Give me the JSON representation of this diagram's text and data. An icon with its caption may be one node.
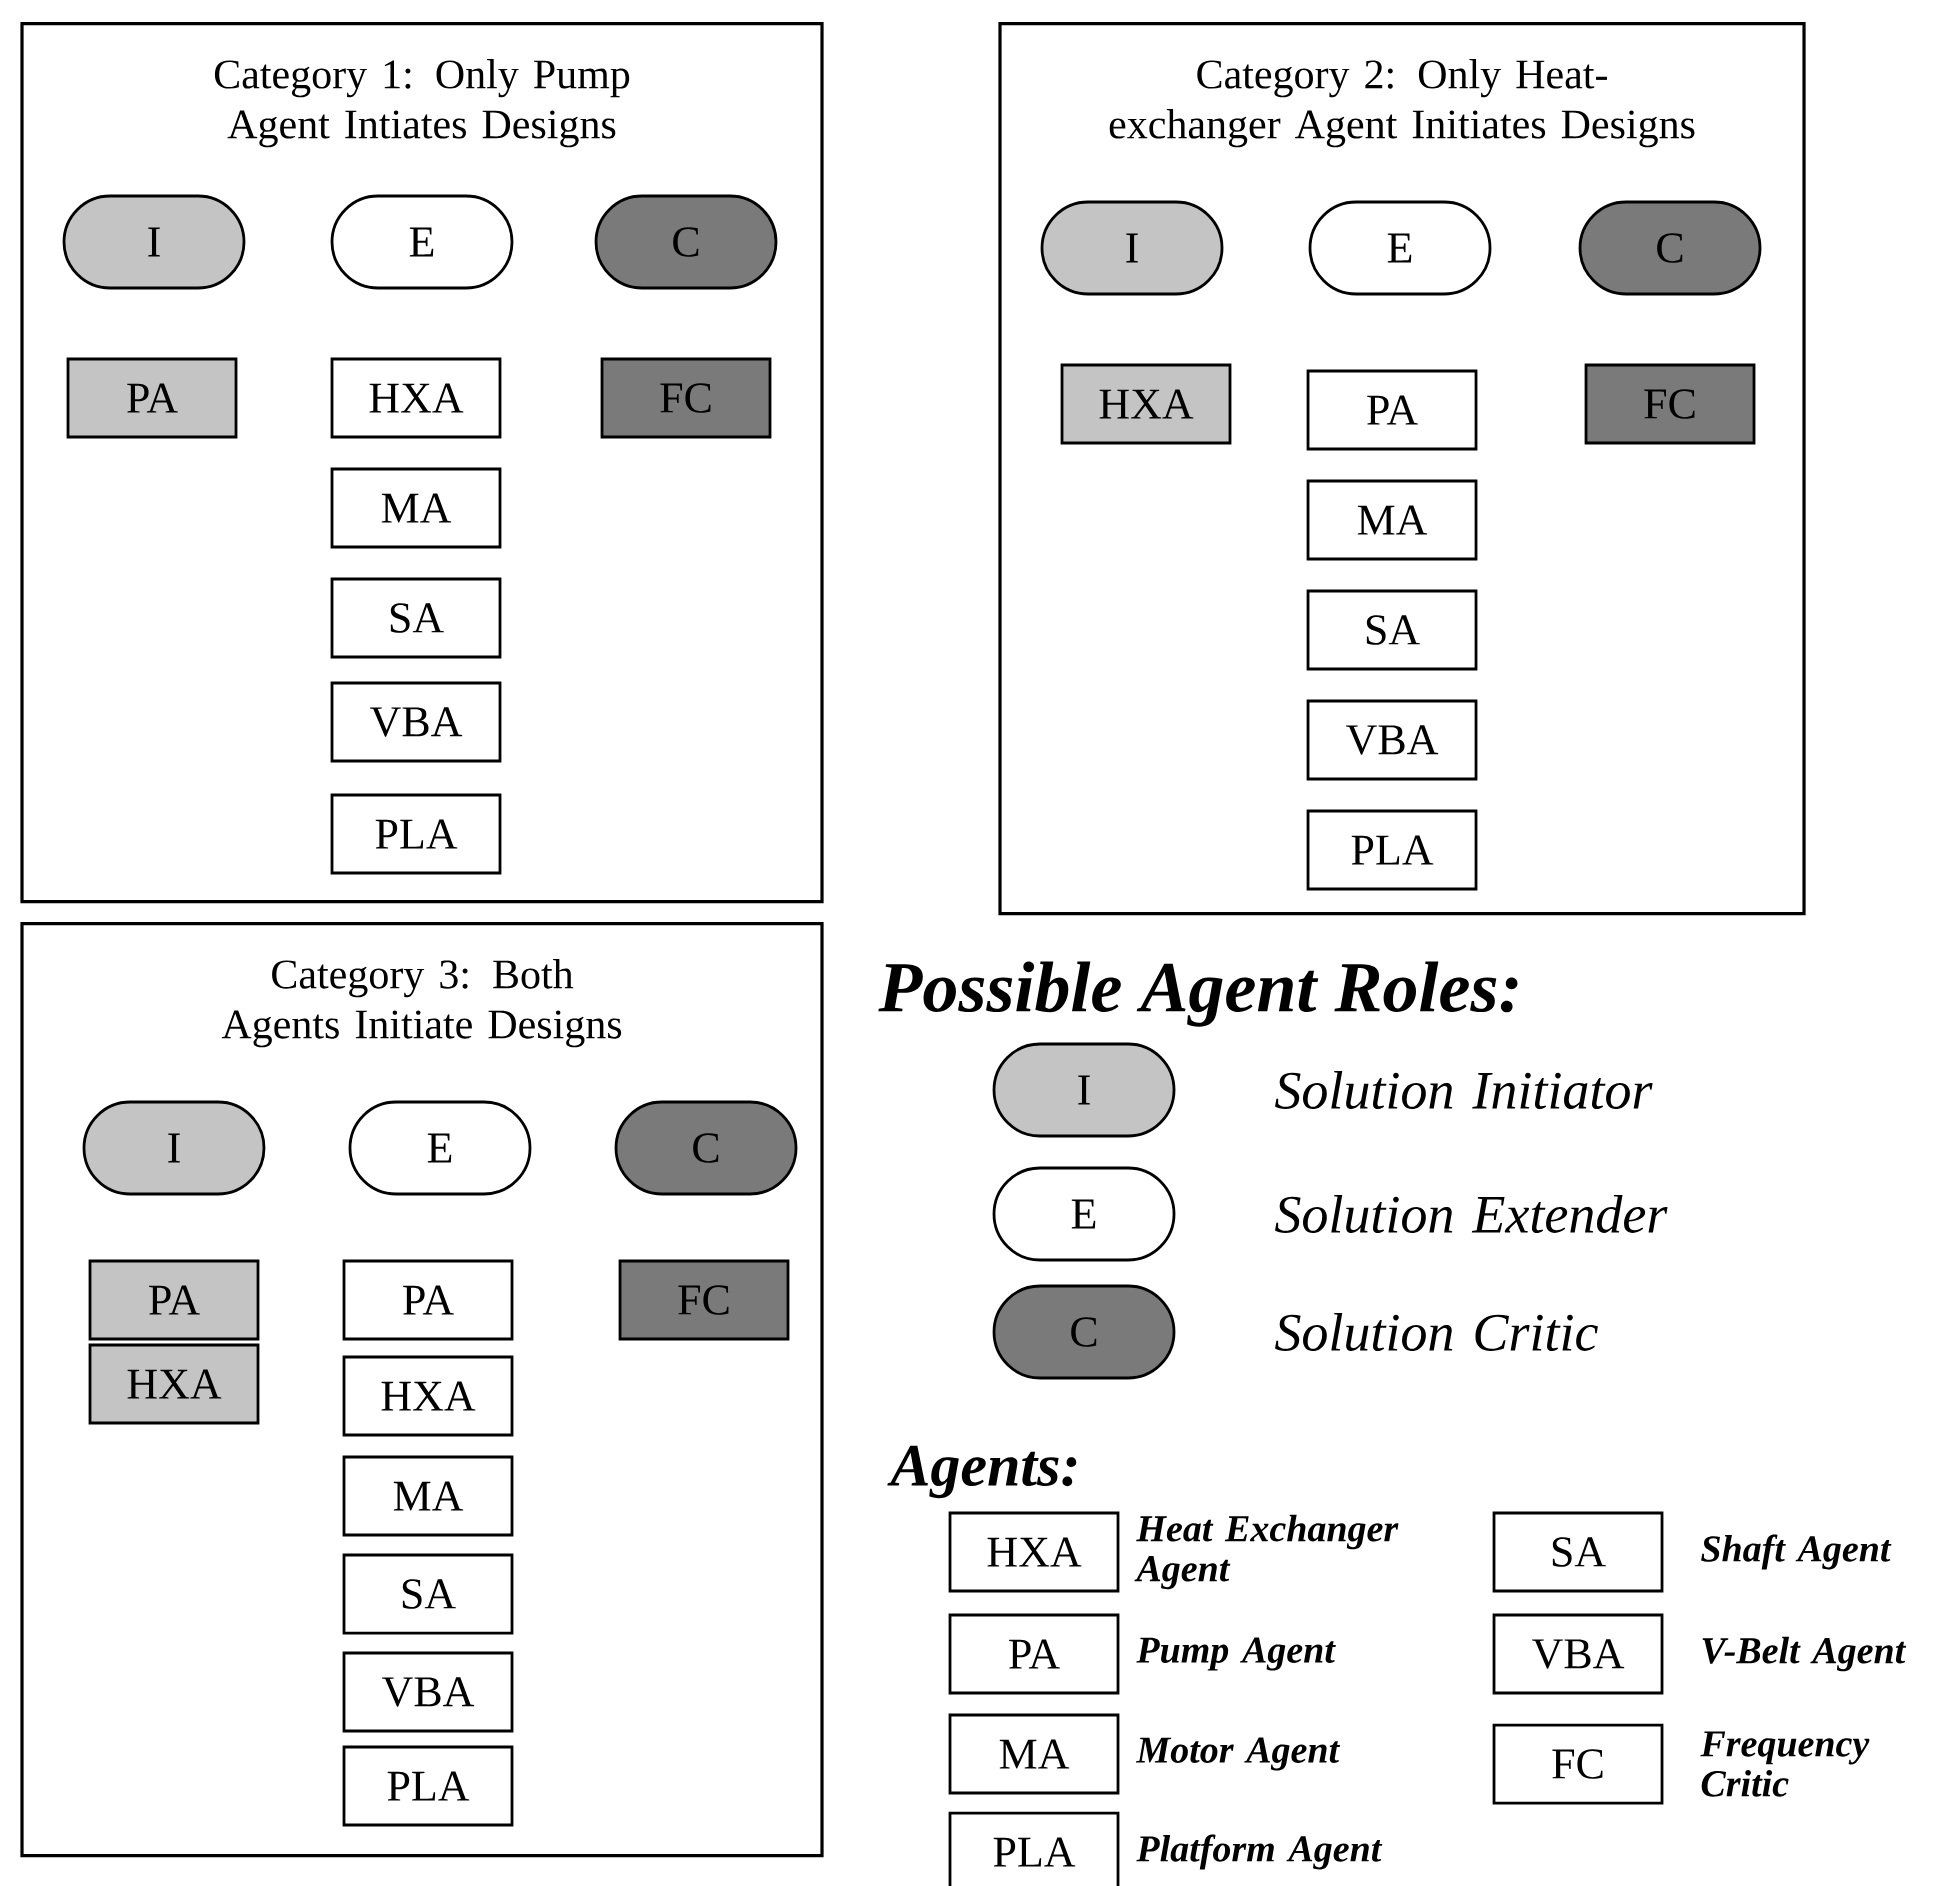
{
  "diagram": {
    "nodes": [
      {
        "text": [
          "Category 1:  Only Pump Agent Intiates Designs"
        ]
      },
      {
        "text": [
          "I"
        ],
        "in": 0
      },
      {
        "text": [
          "E"
        ],
        "in": 0
      },
      {
        "text": [
          "C"
        ],
        "in": 0
      },
      {
        "text": [
          "PA"
        ],
        "in": 0
      },
      {
        "text": [
          "HXA"
        ],
        "in": 0
      },
      {
        "text": [
          "FC"
        ],
        "in": 0
      },
      {
        "text": [
          "MA"
        ],
        "in": 0
      },
      {
        "text": [
          "SA"
        ],
        "in": 0
      },
      {
        "text": [
          "VBA"
        ],
        "in": 0
      },
      {
        "text": [
          "PLA"
        ],
        "in": 0
      },
      {
        "text": [
          "Category 2: Only Heat-exchanger Agent Initiates Designs"
        ]
      },
      {
        "text": [
          "I"
        ],
        "in": 11
      },
      {
        "text": [
          "E"
        ],
        "in": 11
      },
      {
        "text": [
          "C"
        ],
        "in": 11
      },
      {
        "text": [
          "HXA"
        ],
        "in": 11
      },
      {
        "text": [
          "PA"
        ],
        "in": 11
      },
      {
        "text": [
          "FC"
        ],
        "in": 11
      },
      {
        "text": [
          "MA"
        ],
        "in": 11
      },
      {
        "text": [
          "SA"
        ],
        "in": 11
      },
      {
        "text": [
          "VBA"
        ],
        "in": 11
      },
      {
        "text": [
          "PLA"
        ],
        "in": 11
      },
      {
        "text": [
          "Category 3: Both Agents Initiate Designs"
        ]
      },
      {
        "text": [
          "I"
        ],
        "in": 22
      },
      {
        "text": [
          "E"
        ],
        "in": 22
      },
      {
        "text": [
          "C"
        ],
        "in": 22
      },
      {
        "text": [
          "PA"
        ],
        "in": 22
      },
      {
        "text": [
          "PA"
        ],
        "in": 22
      },
      {
        "text": [
          "FC"
        ],
        "in": 22
      },
      {
        "text": [
          "HXA"
        ],
        "in": 22
      },
      {
        "text": [
          "HXA"
        ],
        "in": 22
      },
      {
        "text": [
          "MA"
        ],
        "in": 22
      },
      {
        "text": [
          "SA"
        ],
        "in": 22
      },
      {
        "text": [
          "VBA"
        ],
        "in": 22
      },
      {
        "text": [
          "PLA"
        ],
        "in": 22
      },
      {
        "text": [
          "I"
        ],
        "beside": [
          "Solution Initiator"
        ]
      },
      {
        "text": [
          "E"
        ],
        "beside": [
          "Solution Extender"
        ]
      },
      {
        "text": [
          "C"
        ],
        "beside": [
          "Solution Critic"
        ]
      },
      {
        "text": [
          "HXA"
        ],
        "beside": [
          "Heat Exchanger Agent"
        ]
      },
      {
        "text": [
          "SA"
        ],
        "beside": [
          "Shaft Agent"
        ]
      },
      {
        "text": [
          "PA"
        ],
        "beside": [
          "Pump Agent"
        ]
      },
      {
        "text": [
          "VBA"
        ],
        "beside": [
          "V-Belt Agent"
        ]
      },
      {
        "text": [
          "MA"
        ],
        "beside": [
          "Motor Agent"
        ]
      },
      {
        "text": [
          "FC"
        ],
        "beside": [
          "Frequency Critic"
        ]
      },
      {
        "text": [
          "PLA"
        ],
        "beside": [
          "Platform Agent"
        ]
      }
    ],
    "edges": [],
    "labels": [
      "Possible Agent Roles:",
      "Agents:"
    ]
  }
}
